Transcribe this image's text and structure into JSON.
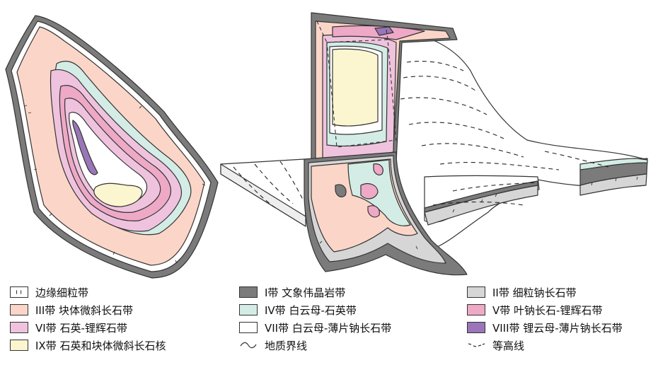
{
  "colors": {
    "zone_i": "#7b7b7b",
    "zone_ii": "#d6d6d6",
    "zone_iii": "#fbd6c8",
    "zone_iv": "#d3ede6",
    "zone_v": "#eea9c7",
    "zone_vi": "#efc3de",
    "zone_vii": "#ffffff",
    "zone_viii": "#9a76b8",
    "zone_ix": "#fbf6cf",
    "outline": "#333333"
  },
  "legend": {
    "items": [
      {
        "label": "边缘细粒带",
        "swatch": "margin-tick"
      },
      {
        "label": "I带 文象伟晶岩带",
        "swatch": "zone_i"
      },
      {
        "label": "II带 细粒钠长石带",
        "swatch": "zone_ii"
      },
      {
        "label": "III带 块体微斜长石带",
        "swatch": "zone_iii"
      },
      {
        "label": "IV带 白云母-石英带",
        "swatch": "zone_iv"
      },
      {
        "label": "V带 叶钠长石-锂辉石带",
        "swatch": "zone_v"
      },
      {
        "label": "VI带 石英-锂辉石带",
        "swatch": "zone_vi"
      },
      {
        "label": "VII带 白云母-薄片钠长石带",
        "swatch": "zone_vii"
      },
      {
        "label": "VIII带 锂云母-薄片钠长石带",
        "swatch": "zone_viii"
      },
      {
        "label": "IX带 石英和块体微斜长石核",
        "swatch": "zone_ix"
      },
      {
        "label": "地质界线",
        "swatch": "wave-line"
      },
      {
        "label": "等高线",
        "swatch": "dashed-line"
      }
    ]
  }
}
